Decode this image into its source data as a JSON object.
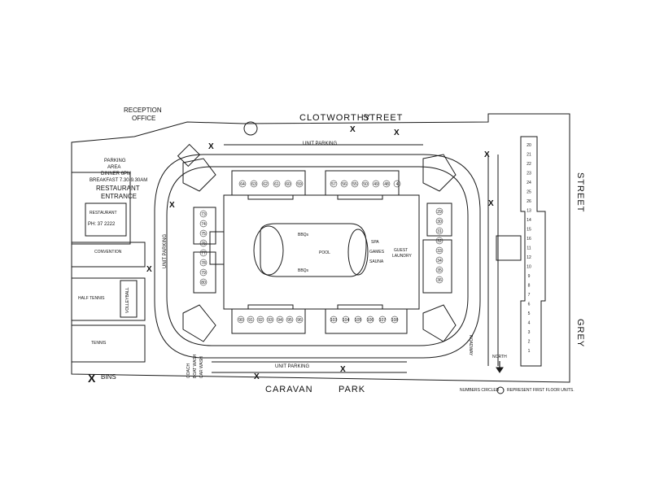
{
  "streets": {
    "top_left": "CLOTWORTHY",
    "top_right": "STREET",
    "right_top": "STREET",
    "right_bottom": "GREY",
    "bottom_left": "CARAVAN",
    "bottom_right": "PARK"
  },
  "labels": {
    "reception": "RECEPTION",
    "office": "OFFICE",
    "parking_area": "PARKING",
    "area": "AREA",
    "dinner": "DINNER 6PM",
    "breakfast": "BREAKFAST 7.30-9.30AM",
    "restaurant_big": "RESTAURANT",
    "entrance": "ENTRANCE",
    "restaurant_small": "RESTAURANT",
    "phone": "PH: 37 2222",
    "convention": "CONVENTION",
    "half_tennis": "HALF TENNIS",
    "volleyball": "VOLLEYBALL",
    "tennis": "TENNIS",
    "unit_parking_top": "UNIT PARKING",
    "unit_parking_left": "UNIT PARKING",
    "unit_parking_bottom": "UNIT PARKING",
    "bbqs_top": "BBQs",
    "bbqs_bottom": "BBQs",
    "pool": "POOL",
    "spa": "SPA",
    "games": "GAMES",
    "sauna": "SAUNA",
    "guest": "GUEST",
    "laundry": "LAUNDRY",
    "roadway": "ROADWAY",
    "north": "NORTH",
    "car_wash": "CAR WASH",
    "boat_wash": "BOAT WASH",
    "coach": "COACH",
    "bins": "BINS",
    "legend": "NUMBERS CIRCLED",
    "legend2": "REPRESENT FIRST FLOOR UNITS."
  },
  "units": {
    "top_left_block": [
      "64",
      "63",
      "62",
      "61",
      "60",
      "59"
    ],
    "top_right_block": [
      "57",
      "56",
      "55",
      "50",
      "49",
      "48",
      "4"
    ],
    "bottom_left_block": [
      "90",
      "91",
      "92",
      "93",
      "94",
      "95",
      "96"
    ],
    "bottom_right_block": [
      "103",
      "104",
      "105",
      "106",
      "107",
      "108"
    ],
    "left_column": [
      "73",
      "74",
      "75",
      "76",
      "77",
      "78",
      "79",
      "80"
    ],
    "right_column": [
      "29",
      "30",
      "31",
      "32",
      "33",
      "34",
      "35",
      "36"
    ],
    "far_right_pairs": [
      "20",
      "21",
      "22",
      "23",
      "24",
      "25",
      "26",
      "13",
      "14",
      "15",
      "16",
      "11",
      "12",
      "10",
      "9",
      "8",
      "7",
      "6",
      "5",
      "4",
      "3",
      "2",
      "1"
    ]
  },
  "colors": {
    "line": "#1a1a1a",
    "background": "#ffffff"
  }
}
